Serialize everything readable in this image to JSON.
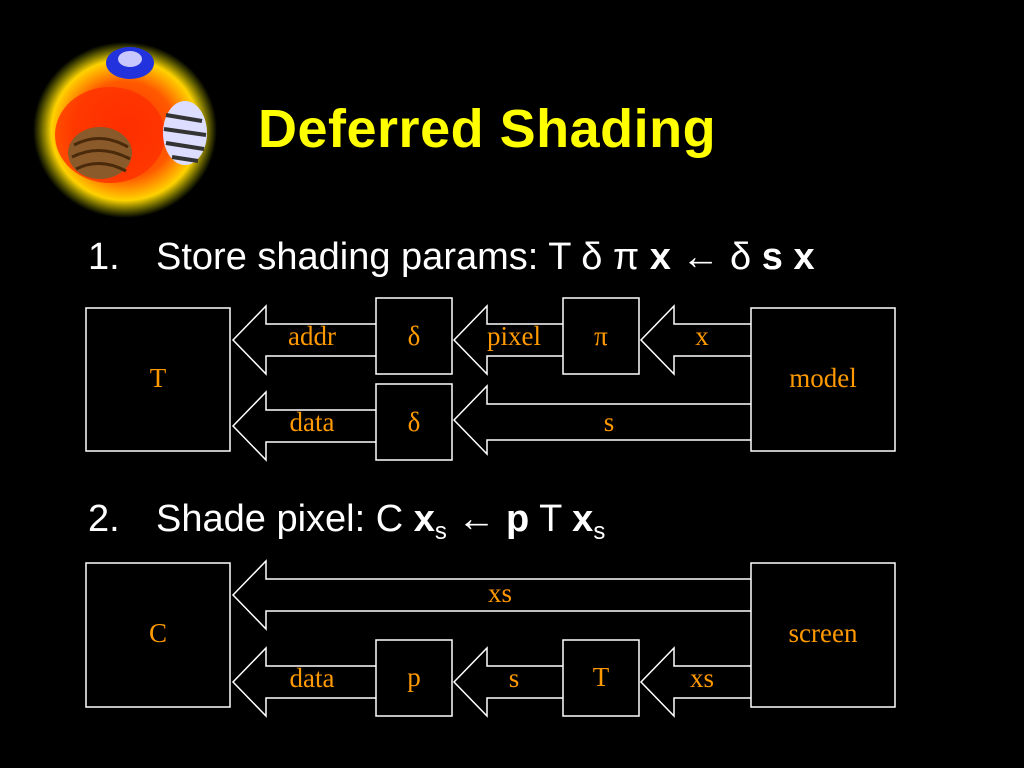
{
  "title": "Deferred Shading",
  "item1": {
    "number": "1.",
    "text": "Store shading params: T",
    "delta1": "δ",
    "pi": "π",
    "x1": "x",
    "arrow": "←",
    "delta2": "δ",
    "s": "s",
    "x2": "x"
  },
  "item2": {
    "number": "2.",
    "text": "Shade pixel: C",
    "x1": "x",
    "sub1": "s",
    "arrow": "←",
    "p": "p",
    "T": "T",
    "x2": "x",
    "sub2": "s"
  },
  "diagram1": {
    "left_box": "T",
    "right_box": "model",
    "top_row": {
      "delta": "δ",
      "pi": "π",
      "label_addr": "addr",
      "label_pixel": "pixel",
      "label_x": "x"
    },
    "bottom_row": {
      "delta": "δ",
      "label_data": "data",
      "label_s": "s"
    }
  },
  "diagram2": {
    "left_box": "C",
    "right_box": "screen",
    "top_row": {
      "label_xs": "xs"
    },
    "bottom_row": {
      "p": "p",
      "T": "T",
      "label_data": "data",
      "label_s": "s",
      "label_xs": "xs"
    }
  },
  "colors": {
    "background": "#000000",
    "title": "#ffff00",
    "text": "#ffffff",
    "diagram_label": "#ff9900",
    "stroke": "#ffffff"
  }
}
